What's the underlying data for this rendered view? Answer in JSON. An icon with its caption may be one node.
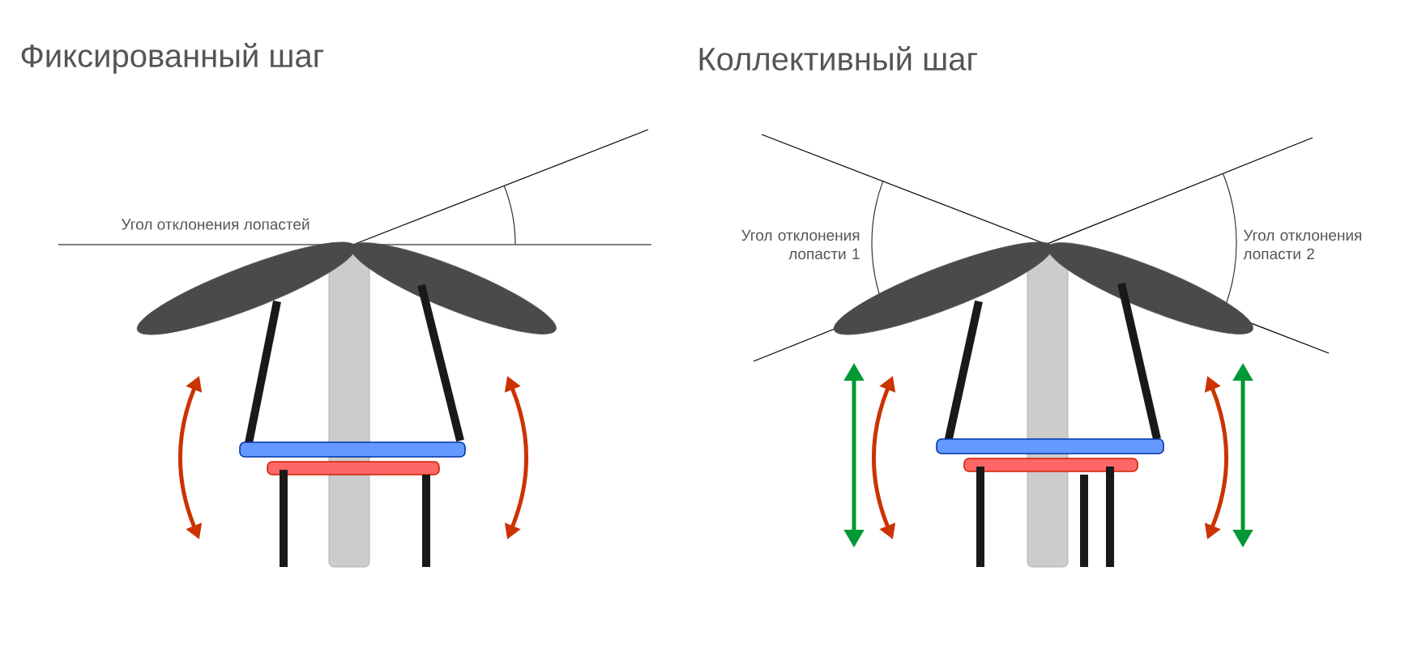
{
  "diagram": {
    "labels": [
      "Фиксированный шаг",
      "Коллективный шаг",
      "Угол отклонения лопастей",
      "Угол отклонения лопасти 1",
      "Угол отклонения лопасти 2"
    ]
  }
}
